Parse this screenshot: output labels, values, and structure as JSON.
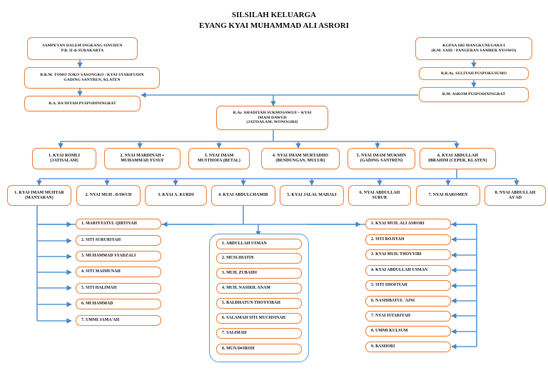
{
  "title": {
    "line1": "SILSILAH KELUARGA",
    "line2": "EYANG KYAI MUHAMMAD ALI ASRORI"
  },
  "colors": {
    "box_border": "#ED7D31",
    "connector": "#5B9BD5",
    "text": "#111111",
    "background": "#FFFFFF"
  },
  "ancestry_left": [
    {
      "text": "SAMPEYAN DALEM INGKANG SINUHUN\nP.B. II di SURAKARTA"
    },
    {
      "text": "B.R.M. TOMO JOKO SASONGKO / KYAI SYARIFUDIN\nGADING SANTREN, KLATEN"
    },
    {
      "text": "R.A. BA'DIYAH PUSPODININGRAT"
    }
  ],
  "ancestry_right": [
    {
      "text": "KGPAA SRI MANGKUNEGARA I\n(R.M. SAID / PANGERAN SAMBER NYOWO)"
    },
    {
      "text": "B.R.Ay. SULIYAH PUSPOKUSUMO"
    },
    {
      "text": "R.M. ASROM PUSPODININGRAT"
    }
  ],
  "center_union": {
    "text": "R.Ay. AHADIYAH SUKMOSAWIJI + KYAI\nIMAM DAWUD\n(JATISALAM, WONOGIRI)"
  },
  "generation_children": [
    {
      "text": "1.   KYAI ROMLI\n(JATISALAM)"
    },
    {
      "text": "2. NYAI MARDINAH +\nMUHAMMAD YUSUF"
    },
    {
      "text": "3. NYAI IMAM\nMUSTHOFA (BETAL)"
    },
    {
      "text": "4. NYAI IMAM MURTADHO\n(BENDUNGAN, MULUR)"
    },
    {
      "text": "5. NYAI IMAM MUKMIN\n(GADING SANTREN)"
    },
    {
      "text": "6. KYAI ABDULLAH\nIBRAHIM (CEPER, KLATEN)"
    }
  ],
  "generation_grandchildren": [
    {
      "text": "1.  KYAI IMAM MUHTAR\n(MANYARAN)"
    },
    {
      "text": "2. NYAI MUH . DAWUD"
    },
    {
      "text": "3. KYAI A. KURDI"
    },
    {
      "text": "4. KYAI ABDULCHAMID"
    },
    {
      "text": "5. KYAI JALAL MAHALI"
    },
    {
      "text": "6. NYAI ABDULLAH\nSURUR"
    },
    {
      "text": "7. NYAI HAROMEN"
    },
    {
      "text": "8. NYAI ABDULLAH\nAS'AD"
    }
  ],
  "list_left": [
    {
      "text": "1.  MARIYYATUL QIBTIYAH"
    },
    {
      "text": "2. SITI SURURIYAH"
    },
    {
      "text": "3.  MUHAMMAD SYADZALI"
    },
    {
      "text": "4. SITI MAIMUNAH"
    },
    {
      "text": "5. SITI HALIMAH"
    },
    {
      "text": "6.  MUHAMMAD"
    },
    {
      "text": "7. UMMI JAMA'AH"
    }
  ],
  "list_center": [
    {
      "text": "1.     ABDULLAH USMAN"
    },
    {
      "text": "2.     MUSLIHATIN"
    },
    {
      "text": "3.    MUH. ZUBAIDI"
    },
    {
      "text": "4.    MUH. NASIRIL ANAM"
    },
    {
      "text": "5.    BALDHATUN THOYYIBAH"
    },
    {
      "text": "6.   SALAMAH SITI MUCHSINAH"
    },
    {
      "text": "7.   SALIMAH"
    },
    {
      "text": "8.   MUNAWIROH"
    }
  ],
  "list_right": [
    {
      "text": "1.  KYAI MUH. ALI ASRORI"
    },
    {
      "text": "2. SITI ROJIYAH"
    },
    {
      "text": "3. KYAI MUH. THOYYIBI"
    },
    {
      "text": "4. KYAI ABDULLAH USMAN"
    },
    {
      "text": "5. SITI SHOFIYAH"
    },
    {
      "text": "6. NASHIBATUL 'AINI"
    },
    {
      "text": "7. NYAI ISTARIYAH"
    },
    {
      "text": "8. UMMI KULSUM"
    },
    {
      "text": "9. BASHORI"
    }
  ]
}
